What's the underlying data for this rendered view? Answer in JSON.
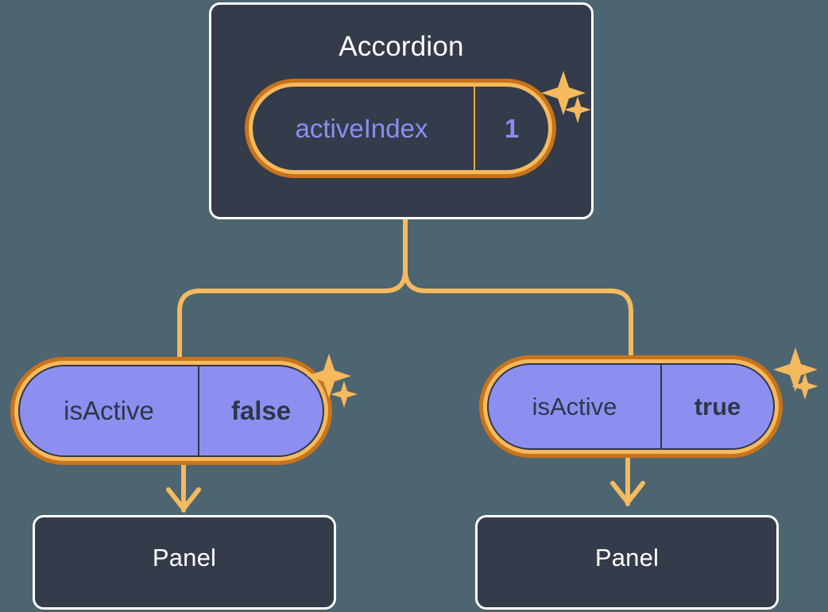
{
  "diagram": {
    "type": "component-state-tree",
    "background_color": "#4c6570",
    "accent_color": "#f0a93e",
    "accent_dark_color": "#c9731a",
    "box_color": "#343b4a",
    "pill_value_color": "#8c8ff0",
    "key_text_color": "#8b8ef0"
  },
  "root": {
    "title": "Accordion",
    "state": {
      "key": "activeIndex",
      "value": "1"
    },
    "sparkle_icon": "sparkles-icon"
  },
  "children": [
    {
      "state": {
        "key": "isActive",
        "value": "false"
      },
      "panel_title": "Panel",
      "sparkle_icon": "sparkles-icon"
    },
    {
      "state": {
        "key": "isActive",
        "value": "true"
      },
      "panel_title": "Panel",
      "sparkle_icon": "sparkles-icon"
    }
  ]
}
